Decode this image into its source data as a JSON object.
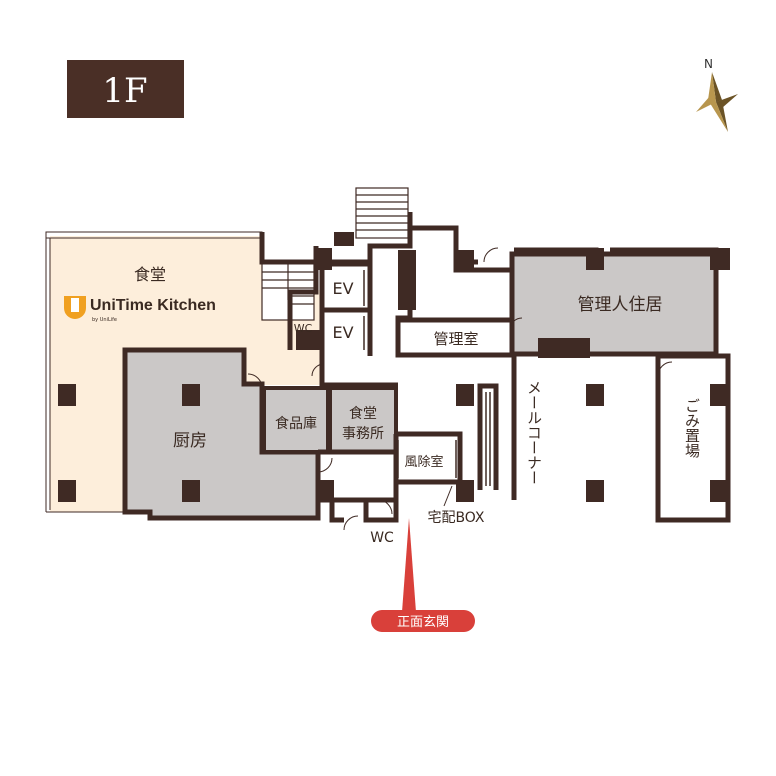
{
  "floor_badge": "1F",
  "compass": {
    "north_label": "N"
  },
  "rooms": {
    "dining": "食堂",
    "kitchen": "厨房",
    "pantry": "食品庫",
    "dining_office_line1": "食堂",
    "dining_office_line2": "事務所",
    "ev_upper": "EV",
    "ev_lower": "EV",
    "wc_small": "WC",
    "wc_bottom": "WC",
    "admin_room": "管理室",
    "manager_residence": "管理人住居",
    "windbreak_room": "風除室",
    "delivery_box": "宅配BOX",
    "mail_corner": "メールコーナー",
    "garbage_area": "ごみ置場"
  },
  "brand": {
    "name": "UniTime Kitchen",
    "sub": "by UniLife"
  },
  "entrance_label": "正面玄関",
  "colors": {
    "wall": "#3f2a24",
    "badge_bg": "#4a2f26",
    "dining_fill": "#fdeedb",
    "grey_room": "#cbc8c7",
    "entrance_red": "#d9403a",
    "compass_gold": "#9a7a3a",
    "text": "#3a2a22"
  }
}
